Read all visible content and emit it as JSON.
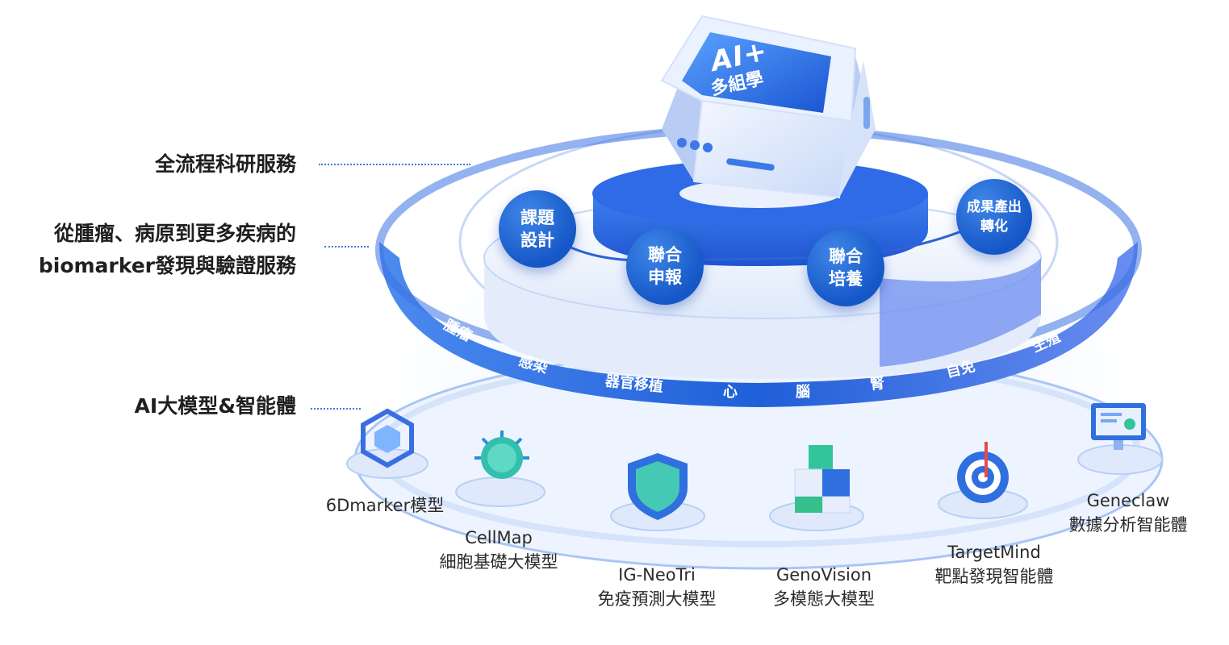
{
  "hub": {
    "line1": "AI+",
    "line2": "多組學"
  },
  "left_labels": {
    "service": "全流程科研服務",
    "biomarker_line1": "從腫瘤、病原到更多疾病的",
    "biomarker_line2": "biomarker發現與驗證服務",
    "models": "AI大模型&智能體"
  },
  "process_steps": [
    {
      "line1": "課題",
      "line2": "設計"
    },
    {
      "line1": "聯合",
      "line2": "申報"
    },
    {
      "line1": "聯合",
      "line2": "培養"
    },
    {
      "line1": "成果產出",
      "line2": "轉化"
    }
  ],
  "diseases": [
    "腫瘤",
    "感染",
    "器官移植",
    "心",
    "腦",
    "腎",
    "自免",
    "生殖"
  ],
  "models": [
    {
      "name": "6Dmarker模型",
      "subtitle": "",
      "icon": "network-cube-icon"
    },
    {
      "name": "CellMap",
      "subtitle": "細胞基礎大模型",
      "icon": "virus-icon"
    },
    {
      "name": "IG-NeoTri",
      "subtitle": "免疫預測大模型",
      "icon": "shield-icon"
    },
    {
      "name": "GenoVision",
      "subtitle": "多模態大模型",
      "icon": "blocks-icon"
    },
    {
      "name": "TargetMind",
      "subtitle": "靶點發現智能體",
      "icon": "target-icon"
    },
    {
      "name": "Geneclaw",
      "subtitle": "數據分析智能體",
      "icon": "monitor-icon"
    }
  ],
  "colors": {
    "primary": "#1557c7",
    "accent": "#3f86e8",
    "ring": "#2f6fe0",
    "light": "#dbe8ff"
  }
}
